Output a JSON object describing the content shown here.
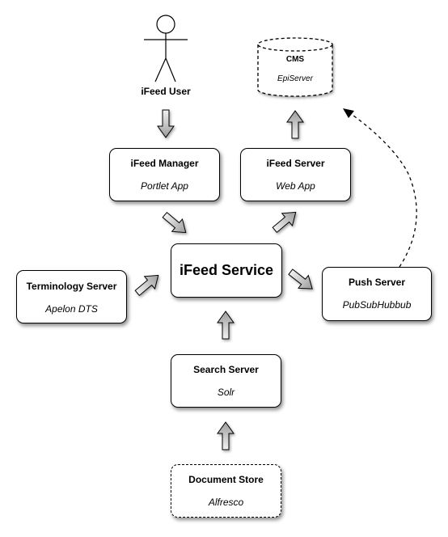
{
  "actor": {
    "label": "iFeed User"
  },
  "cms": {
    "title": "CMS",
    "subtitle": "EpiServer"
  },
  "nodes": {
    "manager": {
      "title": "iFeed Manager",
      "subtitle": "Portlet App"
    },
    "server": {
      "title": "iFeed Server",
      "subtitle": "Web App"
    },
    "service": {
      "title": "iFeed Service"
    },
    "terminology": {
      "title": "Terminology Server",
      "subtitle": "Apelon DTS"
    },
    "push": {
      "title": "Push Server",
      "subtitle": "PubSubHubbub"
    },
    "search": {
      "title": "Search Server",
      "subtitle": "Solr"
    },
    "store": {
      "title": "Document Store",
      "subtitle": "Alfresco"
    }
  }
}
